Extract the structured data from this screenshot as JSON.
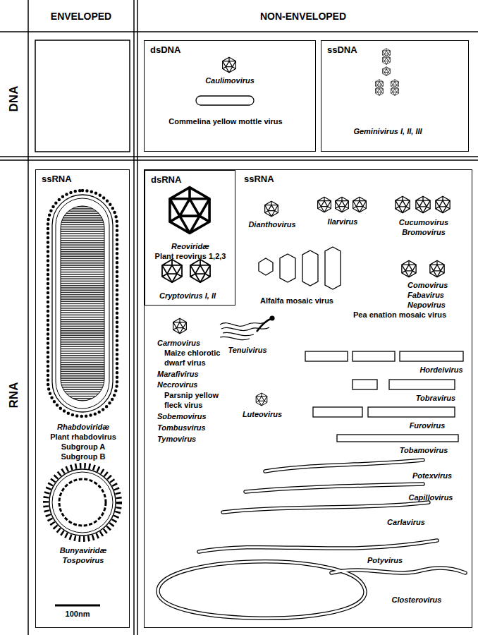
{
  "diagram": {
    "nodes": [
      {
        "text": [
          "dsDNA",
          "Caulimovirus",
          "Commelina yellow mottle virus"
        ]
      },
      {
        "text": [
          "ssDNA",
          "Geminivirus I, II, III"
        ]
      },
      {
        "text": [
          "ssRNA",
          "Rhabdoviridæ",
          "Plant rhabdovirus",
          "Subgroup A",
          "Subgroup B",
          "Bunyaviridæ",
          "Tospovirus"
        ]
      },
      {
        "text": [
          "ssRNA",
          "Dianthovirus",
          "Ilarvirus",
          "Cucumovirus",
          "Bromovirus",
          "Alfalfa mosaic virus",
          "Comovirus",
          "Fabavirus",
          "Nepovirus",
          "Pea enation mosaic virus",
          "Carmovirus",
          "Maize chlorotic dwarf virus",
          "Marafivirus",
          "Necrovirus",
          "Parsnip yellow fleck virus",
          "Sobemovirus",
          "Tombusvirus",
          "Tymovirus",
          "Tenuivirus",
          "Hordeivirus",
          "Tobravirus",
          "Luteovirus",
          "Furovirus",
          "Tobamovirus",
          "Potexvirus",
          "Capillovirus",
          "Carlavirus",
          "Potyvirus",
          "Closterovirus"
        ]
      },
      {
        "text": [
          "dsRNA",
          "Reoviridæ",
          "Plant reovirus 1,2,3",
          "Cryptovirus I, II"
        ],
        "in": 3
      }
    ],
    "labels": [
      "ENVELOPED",
      "NON-ENVELOPED",
      "DNA",
      "RNA",
      "100nm"
    ]
  }
}
